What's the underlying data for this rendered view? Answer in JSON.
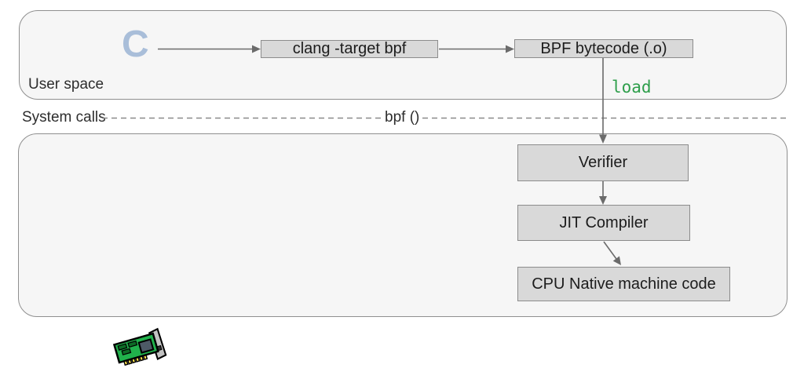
{
  "user_space": {
    "label": "User space",
    "c_source_glyph": "C",
    "clang_box": "clang -target bpf",
    "bytecode_box": "BPF bytecode (.o)",
    "load_label": "load"
  },
  "syscall_layer": {
    "label": "System calls",
    "call_label": "bpf ()"
  },
  "kernel_space": {
    "verifier_box": "Verifier",
    "jit_box": "JIT Compiler",
    "cpu_box": "CPU Native machine code"
  },
  "icons": {
    "nic": "network-card-icon",
    "c_logo": "c-language-logo"
  },
  "colors": {
    "load_green": "#2e9e4b",
    "c_logo_blue": "#a9bed9",
    "node_fill": "#d9d9d9",
    "node_border": "#8c8c8c",
    "container_fill": "#f6f6f6",
    "container_border": "#8f8f8f",
    "arrow_gray": "#6b6b6b",
    "text_dark": "#1c1c1c"
  }
}
